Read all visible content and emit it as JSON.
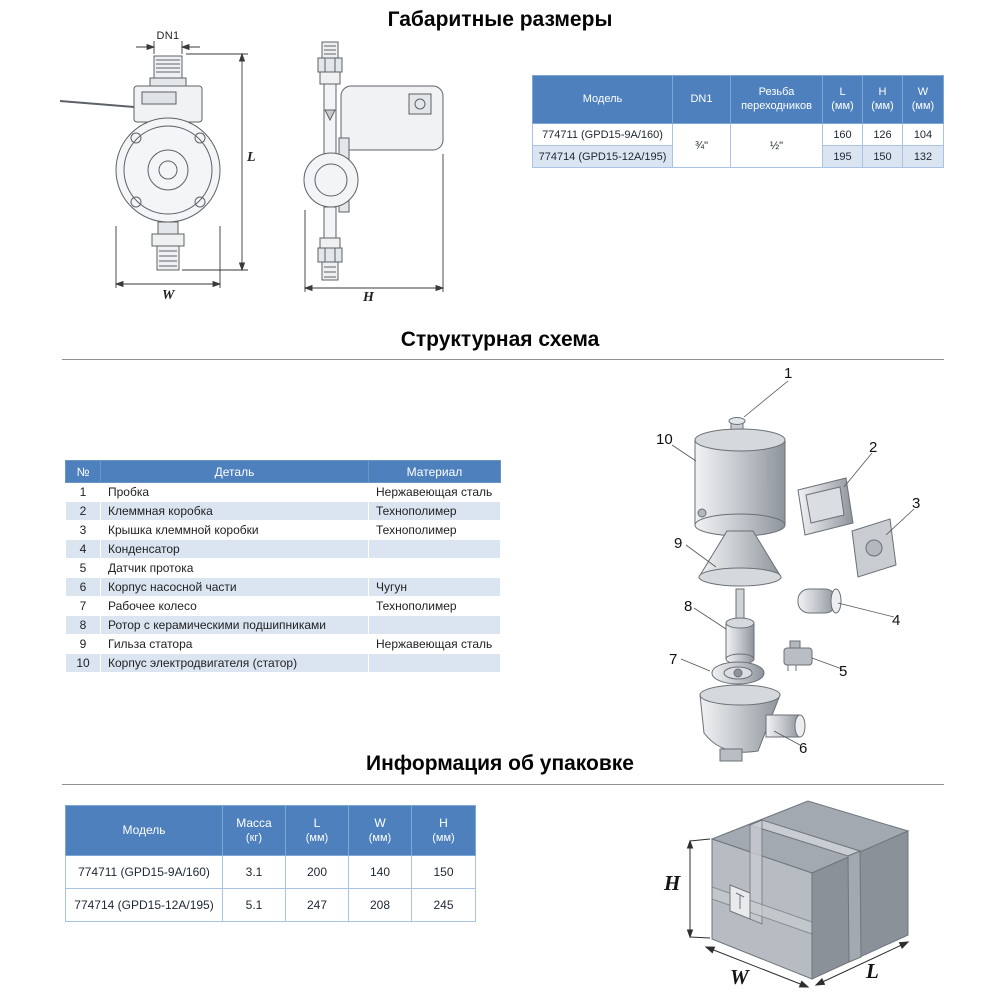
{
  "colors": {
    "table_header_bg": "#4d80bd",
    "table_row_alt": "#dbe5f1",
    "table_border": "#a9c4e2",
    "rule": "#8f8f8f",
    "text": "#1c2733"
  },
  "sections": {
    "dimensions": {
      "title": "Габаритные размеры",
      "drawing": {
        "dn1": "DN1",
        "w": "W",
        "l": "L",
        "h": "H"
      }
    },
    "structure": {
      "title": "Структурная схема"
    },
    "packaging": {
      "title": "Информация об упаковке"
    }
  },
  "dim_table": {
    "headers": {
      "model": "Модель",
      "dn1": "DN1",
      "thread": "Резьба переходников",
      "l": "L",
      "h": "H",
      "w": "W",
      "unit": "(мм)"
    },
    "shared": {
      "dn1": "¾\"",
      "thread": "½\""
    },
    "rows": [
      {
        "model": "774711 (GPD15-9A/160)",
        "l": "160",
        "h": "126",
        "w": "104"
      },
      {
        "model": "774714 (GPD15-12A/195)",
        "l": "195",
        "h": "150",
        "w": "132"
      }
    ]
  },
  "struct_table": {
    "headers": [
      "№",
      "Деталь",
      "Материал"
    ],
    "rows": [
      [
        "1",
        "Пробка",
        "Нержавеющая сталь"
      ],
      [
        "2",
        "Клеммная коробка",
        "Технополимер"
      ],
      [
        "3",
        "Крышка клеммной коробки",
        "Технополимер"
      ],
      [
        "4",
        "Конденсатор",
        ""
      ],
      [
        "5",
        "Датчик протока",
        ""
      ],
      [
        "6",
        "Корпус насосной части",
        "Чугун"
      ],
      [
        "7",
        "Рабочее колесо",
        "Технополимер"
      ],
      [
        "8",
        "Ротор с керамическими подшипниками",
        ""
      ],
      [
        "9",
        "Гильза статора",
        "Нержавеющая сталь"
      ],
      [
        "10",
        "Корпус электродвигателя (статор)",
        ""
      ]
    ]
  },
  "exploded": {
    "callouts": [
      "1",
      "2",
      "3",
      "4",
      "5",
      "6",
      "7",
      "8",
      "9",
      "10"
    ]
  },
  "pack_table": {
    "headers": {
      "model": "Модель",
      "mass": "Масса",
      "mass_unit": "(кг)",
      "l": "L",
      "w": "W",
      "h": "H",
      "unit": "(мм)"
    },
    "rows": [
      {
        "model": "774711 (GPD15-9A/160)",
        "mass": "3.1",
        "l": "200",
        "w": "140",
        "h": "150"
      },
      {
        "model": "774714 (GPD15-12A/195)",
        "mass": "5.1",
        "l": "247",
        "w": "208",
        "h": "245"
      }
    ]
  },
  "box": {
    "labels": {
      "h": "H",
      "w": "W",
      "l": "L"
    }
  }
}
